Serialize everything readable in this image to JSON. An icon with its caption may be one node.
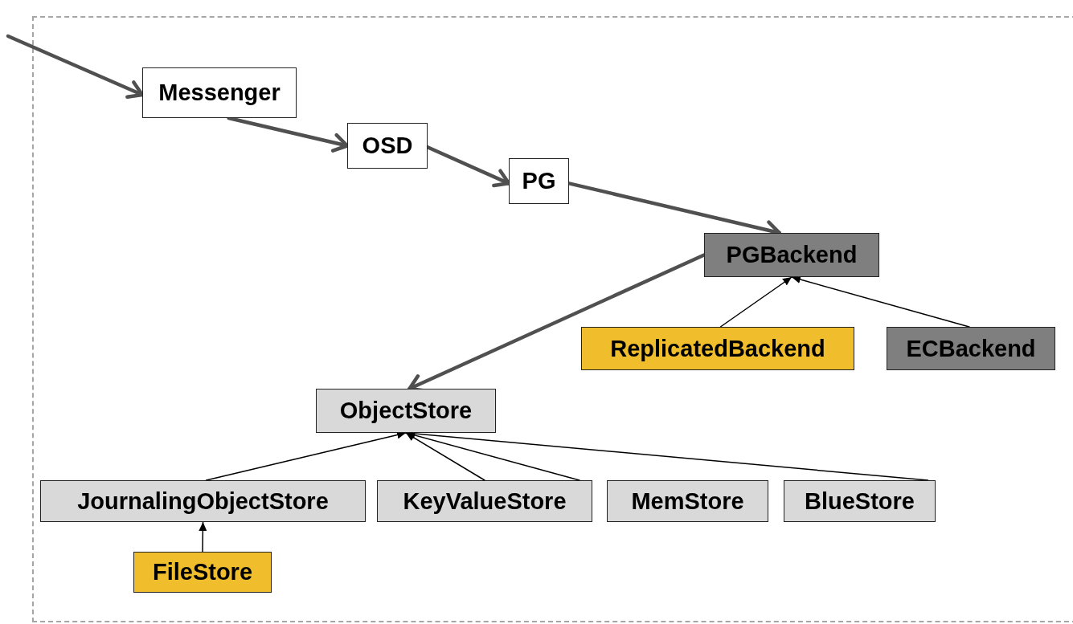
{
  "diagram": {
    "nodes": [
      {
        "text": [
          "Messenger"
        ]
      },
      {
        "text": [
          "OSD"
        ]
      },
      {
        "text": [
          "PG"
        ]
      },
      {
        "text": [
          "PGBackend"
        ]
      },
      {
        "text": [
          "ReplicatedBackend"
        ]
      },
      {
        "text": [
          "ECBackend"
        ]
      },
      {
        "text": [
          "ObjectStore"
        ]
      },
      {
        "text": [
          "JournalingObjectStore"
        ]
      },
      {
        "text": [
          "KeyValueStore"
        ]
      },
      {
        "text": [
          "MemStore"
        ]
      },
      {
        "text": [
          "BlueStore"
        ]
      },
      {
        "text": [
          "FileStore"
        ]
      }
    ],
    "edges": [
      {
        "from": null,
        "to": 0,
        "arrow": "to",
        "style": "thick",
        "color": "#505050"
      },
      {
        "from": 0,
        "to": 1,
        "arrow": "to",
        "style": "thick",
        "color": "#505050"
      },
      {
        "from": 1,
        "to": 2,
        "arrow": "to",
        "style": "thick",
        "color": "#505050"
      },
      {
        "from": 2,
        "to": 3,
        "arrow": "to",
        "style": "thick",
        "color": "#505050"
      },
      {
        "from": 3,
        "to": 6,
        "arrow": "to",
        "style": "thick",
        "color": "#505050"
      },
      {
        "from": 4,
        "to": 3,
        "arrow": "to"
      },
      {
        "from": 5,
        "to": 3,
        "arrow": "to"
      },
      {
        "from": 7,
        "to": 6,
        "arrow": "to"
      },
      {
        "from": 8,
        "to": 6,
        "arrow": "to"
      },
      {
        "from": 8,
        "to": 6,
        "arrow": "to"
      },
      {
        "from": 10,
        "to": 6,
        "arrow": "to"
      },
      {
        "from": 11,
        "to": 7,
        "arrow": "to"
      }
    ]
  }
}
